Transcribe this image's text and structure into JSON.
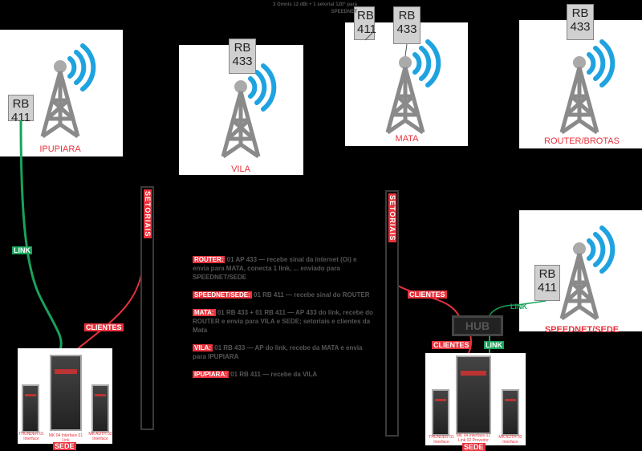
{
  "sites": {
    "ipupiara": "IPUPIARA",
    "vila": "VILA",
    "mata": "MATA",
    "router": "ROUTER/BROTAS",
    "sede": "SPEEDNET/SEDE"
  },
  "radios": {
    "rb411": "RB 411",
    "rb433": "RB 433"
  },
  "labels": {
    "setoriais": "SETORIAIS",
    "clientes": "CLIENTES",
    "link": "LINK",
    "hub": "HUB"
  },
  "mata_note": "3 Omnis 12 dBi + 1 setorial 120° para SPEEDNET",
  "info": [
    {
      "head": "ROUTER:",
      "text": "01 AP 433 — recebe sinal da internet (Oi) e envia para MATA, conecta 1 link, ... enviado para SPEEDNET/SEDE"
    },
    {
      "head": "SPEEDNET/SEDE:",
      "text": "01 RB 411 — recebe sinal do ROUTER"
    },
    {
      "head": "MATA:",
      "text": "01 RB 433 + 01 RB 411 — AP 433 do link, recebe do ROUTER e envia para VILA e SEDE; setoriais e clientes da Mata"
    },
    {
      "head": "VILA:",
      "text": "01 RB 433 — AP do link, recebe da MATA e envia para IPUPIARA"
    },
    {
      "head": "IPUPIARA:",
      "text": "01 RB 411 — recebe da VILA"
    }
  ],
  "servers": {
    "left": [
      "THUNDER 01 Interface",
      "MK 04 Interface 01 Link",
      "MK AUTH 02 Interface"
    ],
    "right": [
      "THUNDER 01 Interface",
      "MK 04 Interface 01 Link 02 Provedor",
      "MK AUTH 02 Interface"
    ],
    "tag": "SEDE"
  }
}
